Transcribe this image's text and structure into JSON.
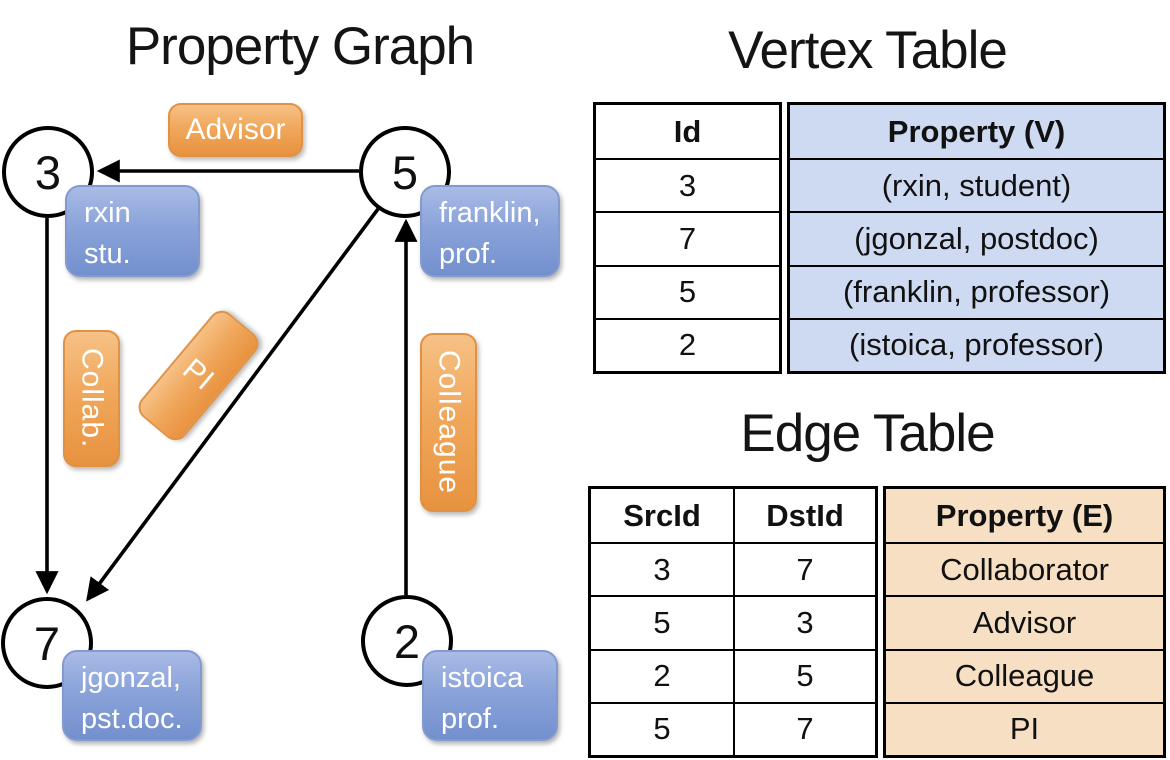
{
  "graph": {
    "title": "Property Graph",
    "nodes": [
      {
        "id": "3",
        "label_line1": "rxin",
        "label_line2": "stu."
      },
      {
        "id": "5",
        "label_line1": "franklin,",
        "label_line2": "prof."
      },
      {
        "id": "7",
        "label_line1": "jgonzal,",
        "label_line2": "pst.doc."
      },
      {
        "id": "2",
        "label_line1": "istoica",
        "label_line2": "prof."
      }
    ],
    "edges": [
      {
        "src": "5",
        "dst": "3",
        "label": "Advisor"
      },
      {
        "src": "3",
        "dst": "7",
        "label": "Collab."
      },
      {
        "src": "2",
        "dst": "5",
        "label": "Colleague"
      },
      {
        "src": "5",
        "dst": "7",
        "label": "PI"
      }
    ]
  },
  "vertex_table": {
    "title": "Vertex Table",
    "headers": {
      "id": "Id",
      "property": "Property (V)"
    },
    "rows": [
      {
        "id": "3",
        "property": "(rxin, student)"
      },
      {
        "id": "7",
        "property": "(jgonzal, postdoc)"
      },
      {
        "id": "5",
        "property": "(franklin, professor)"
      },
      {
        "id": "2",
        "property": "(istoica, professor)"
      }
    ]
  },
  "edge_table": {
    "title": "Edge Table",
    "headers": {
      "src": "SrcId",
      "dst": "DstId",
      "property": "Property (E)"
    },
    "rows": [
      {
        "src": "3",
        "dst": "7",
        "property": "Collaborator"
      },
      {
        "src": "5",
        "dst": "3",
        "property": "Advisor"
      },
      {
        "src": "2",
        "dst": "5",
        "property": "Colleague"
      },
      {
        "src": "5",
        "dst": "7",
        "property": "PI"
      }
    ]
  },
  "colors": {
    "edge_label_fill": "#efa251",
    "vertex_label_fill": "#8aa3d9",
    "vertex_table_property_fill": "#cedaf1",
    "edge_table_property_fill": "#f6dfc3",
    "line_color": "#000000"
  }
}
